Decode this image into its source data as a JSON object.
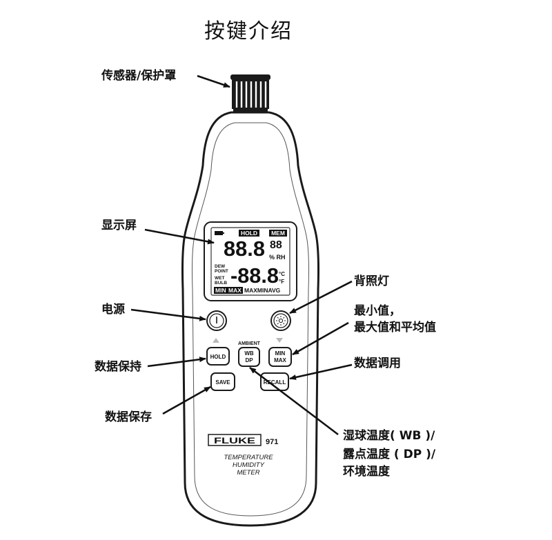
{
  "title": "按键介绍",
  "callouts": {
    "sensor_cap": "传感器/保护罩",
    "display": "显示屏",
    "power": "电源",
    "hold": "数据保持",
    "save": "数据保存",
    "backlight": "背照灯",
    "minmax_line1": "最小值，",
    "minmax_line2": "最大值和平均值",
    "recall": "数据调用",
    "wbdp_line1": "湿球温度( WB )/",
    "wbdp_line2": "露点温度 ( DP )/",
    "wbdp_line3": "环境温度"
  },
  "lcd": {
    "hold": "HOLD",
    "mem": "MEM",
    "main_digits": "88.8",
    "mem_digits": "88",
    "rh_unit": "% RH",
    "dew_point_1": "DEW",
    "dew_point_2": "POINT",
    "wet_bulb_1": "WET",
    "wet_bulb_2": "BULB",
    "temp_digits": "-88.8",
    "unit_c": "°C",
    "unit_f": "°F",
    "min": "MIN",
    "max": "MAX",
    "bottom_rest": "MAXMINAVG"
  },
  "buttons": {
    "hold": "HOLD",
    "wb": "WB",
    "dp": "DP",
    "ambient": "AMBIENT",
    "min": "MIN",
    "max": "MAX",
    "save": "SAVE",
    "recall": "RECALL"
  },
  "device": {
    "brand": "FLUKE",
    "model": "971",
    "desc_1": "TEMPERATURE",
    "desc_2": "HUMIDITY",
    "desc_3": "METER"
  },
  "icons": {
    "power": "power-icon",
    "backlight": "sun-icon",
    "up": "up-triangle-icon",
    "down": "down-triangle-icon",
    "battery": "battery-icon"
  },
  "colors": {
    "body_outline": "#1a1a1a",
    "body_fill": "#ffffff",
    "lcd_fill": "#ffffff",
    "button_fill": "#ffffff",
    "arrow": "#111111",
    "triangle": "#b8b8b8"
  }
}
